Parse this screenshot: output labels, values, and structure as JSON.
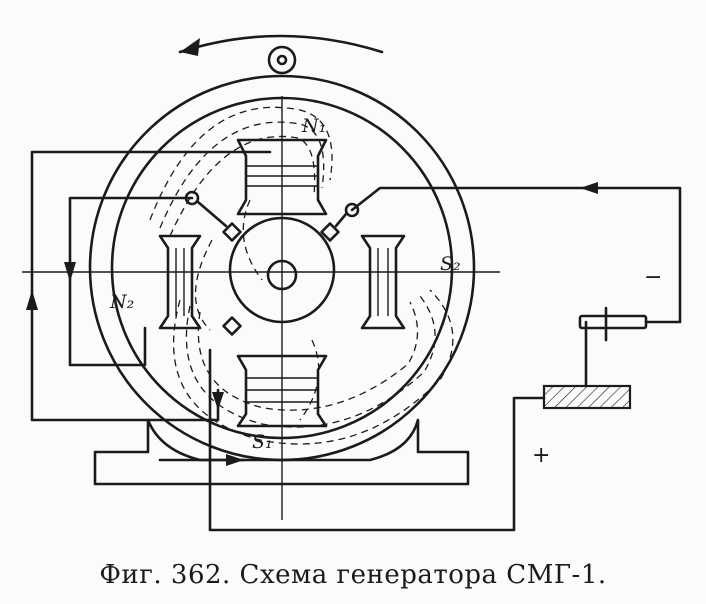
{
  "caption": "Фиг. 362. Схема генератора СМГ-1.",
  "pole_labels": {
    "n1": "N₁",
    "n2": "N₂",
    "s1": "S₁",
    "s2": "S₂"
  },
  "polarity": {
    "minus": "−",
    "plus": "+"
  }
}
